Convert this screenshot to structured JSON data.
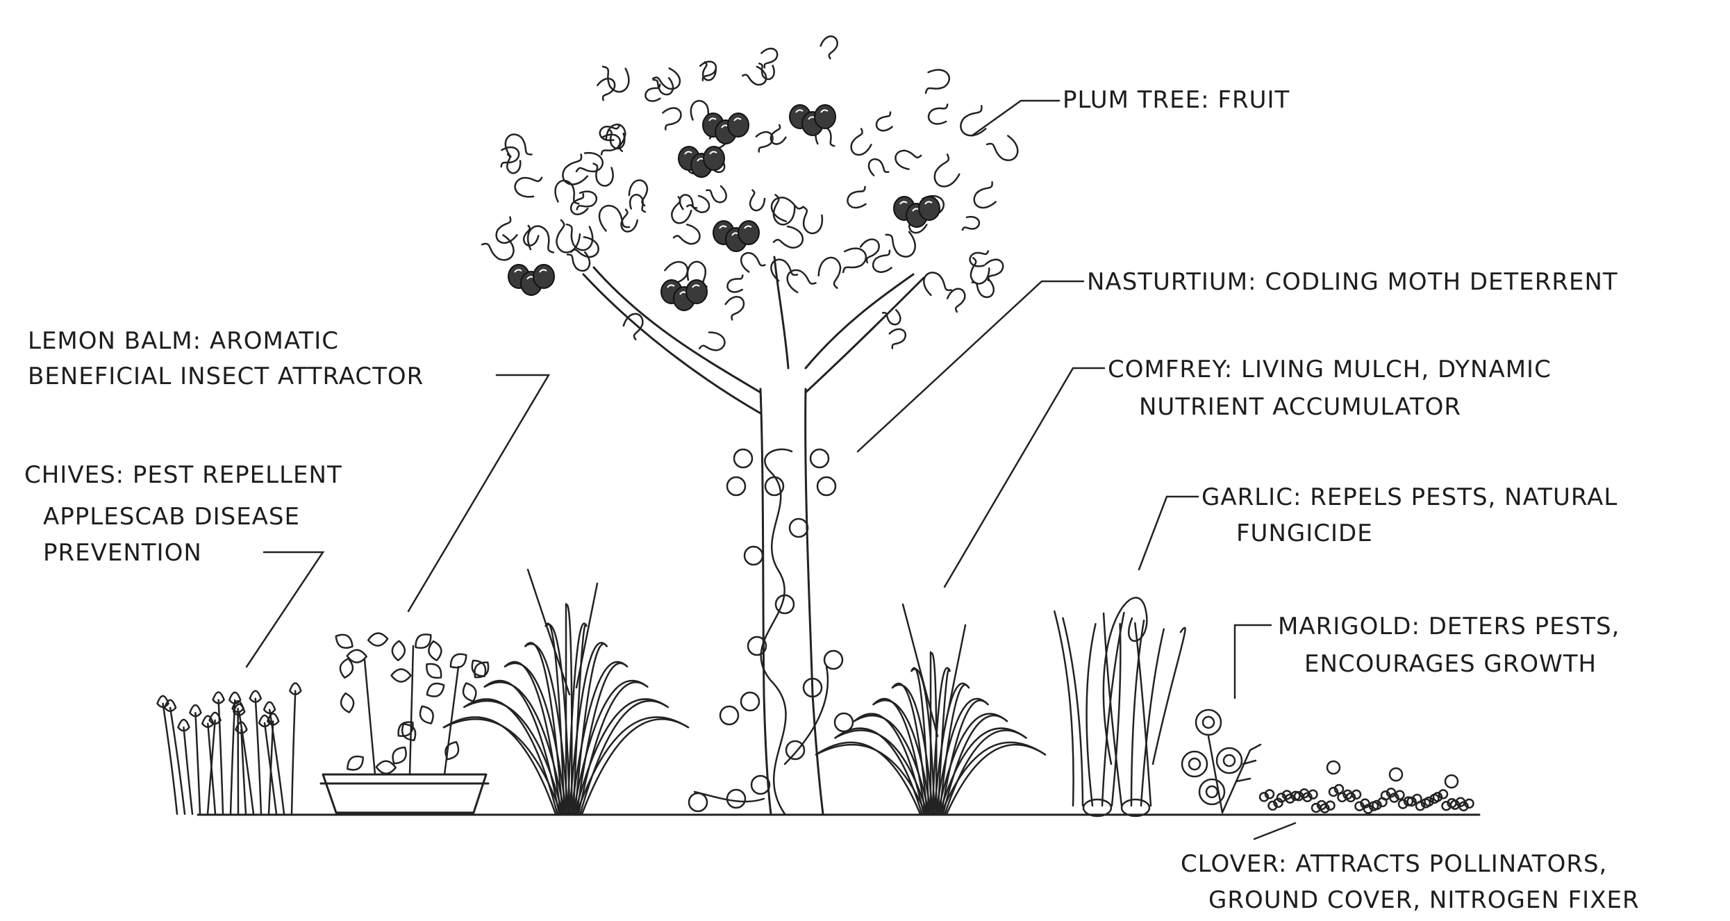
{
  "labels": {
    "plum_tree": "PLUM TREE: FRUIT",
    "nasturtium": "NASTURTIUM: CODLING MOTH DETERRENT",
    "comfrey_1": "COMFREY: LIVING MULCH, DYNAMIC",
    "comfrey_2": "NUTRIENT ACCUMULATOR",
    "lemon_balm_1": "LEMON BALM: AROMATIC",
    "lemon_balm_2": "BENEFICIAL INSECT ATTRACTOR",
    "chives_1": "CHIVES: PEST REPELLENT",
    "chives_2": "APPLESCAB DISEASE",
    "chives_3": "PREVENTION",
    "garlic_1": "GARLIC: REPELS PESTS, NATURAL",
    "garlic_2": "FUNGICIDE",
    "marigold_1": "MARIGOLD: DETERS PESTS,",
    "marigold_2": "ENCOURAGES GROWTH",
    "clover_1": "CLOVER: ATTRACTS POLLINATORS,",
    "clover_2": "GROUND COVER, NITROGEN FIXER"
  },
  "colors": {
    "ink": "#222222",
    "paper": "#ffffff"
  }
}
